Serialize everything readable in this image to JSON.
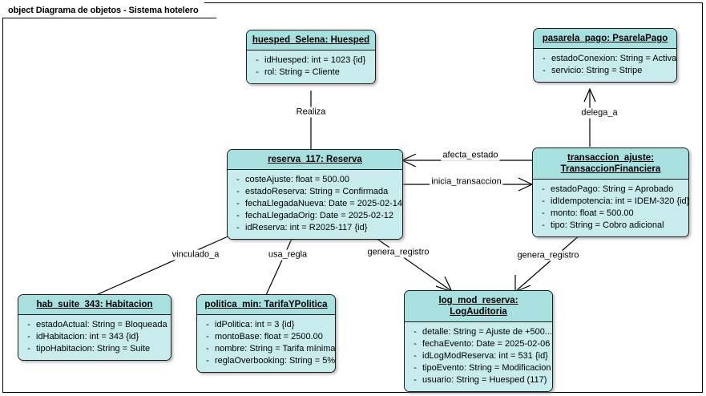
{
  "frame": {
    "label": "object Diagrama de objetos - Sistema hotelero"
  },
  "colors": {
    "object_header_fill": "#a8e0e0",
    "object_body_fill": "#c8ecec",
    "object_border": "#1b1b1b",
    "link_stroke": "#000000",
    "canvas_background": "#ffffff"
  },
  "objects": [
    {
      "id": "huesped",
      "title": "huesped_Selena: Huesped",
      "attributes": [
        "idHuesped: int = 1023 {id}",
        "rol: String = Cliente"
      ]
    },
    {
      "id": "pasarela",
      "title": "pasarela_pago: PsarelaPago",
      "attributes": [
        "estadoConexion: String = Activa",
        "servicio: String = Stripe"
      ]
    },
    {
      "id": "reserva",
      "title": "reserva_117: Reserva",
      "attributes": [
        "costeAjuste: float = 500.00",
        "estadoReserva: String = Confirmada",
        "fechaLlegadaNueva: Date = 2025-02-14",
        "fechaLlegadaOrig: Date = 2025-02-12",
        "idReserva: int = R2025-117 {id}"
      ]
    },
    {
      "id": "transaccion",
      "title_line1": "transaccion_ajuste:",
      "title_line2": "TransaccionFinanciera",
      "attributes": [
        "estadoPago: String = Aprobado",
        "idIdempotencia: int = IDEM-320 {id}",
        "monto: float = 500.00",
        "tipo: String = Cobro adicional"
      ]
    },
    {
      "id": "habitacion",
      "title": "hab_suite_343: Habitacion",
      "attributes": [
        "estadoActual: String = Bloqueada",
        "idHabitacion: int = 343 {id}",
        "tipoHabitacion: String = Suite"
      ]
    },
    {
      "id": "politica",
      "title": "politica_min: TarifaYPolitica",
      "attributes": [
        "idPolitica: int = 3 {id}",
        "montoBase: float = 2500.00",
        "nombre: String = Tarifa mínima",
        "reglaOverbooking: String = 5%"
      ]
    },
    {
      "id": "log",
      "title": "log_mod_reserva: LogAuditoria",
      "attributes": [
        "detalle: String = Ajuste de +500....",
        "fechaEvento: Date = 2025-02-06",
        "idLogModReserva: int = 531 {id}",
        "tipoEvento: String = Modificacion",
        "usuario: String = Huesped (117)"
      ]
    }
  ],
  "links": [
    {
      "id": "realiza",
      "label": "Realiza",
      "from": "huesped",
      "to": "reserva",
      "arrow": "none"
    },
    {
      "id": "delega_a",
      "label": "delega_a",
      "from": "transaccion",
      "to": "pasarela",
      "arrow": "open-up"
    },
    {
      "id": "afecta_estado",
      "label": "afecta_estado",
      "from": "transaccion",
      "to": "reserva",
      "arrow": "open-left"
    },
    {
      "id": "inicia_transaccion",
      "label": "inicia_transaccion",
      "from": "reserva",
      "to": "transaccion",
      "arrow": "open-right"
    },
    {
      "id": "vinculado_a",
      "label": "vinculado_a",
      "from": "reserva",
      "to": "habitacion",
      "arrow": "none"
    },
    {
      "id": "usa_regla",
      "label": "usa_regla",
      "from": "reserva",
      "to": "politica",
      "arrow": "none"
    },
    {
      "id": "genera_registro_reserva",
      "label": "genera_registro",
      "from": "reserva",
      "to": "log",
      "arrow": "open-down"
    },
    {
      "id": "genera_registro_transaccion",
      "label": "genera_registro",
      "from": "transaccion",
      "to": "log",
      "arrow": "open-down"
    }
  ]
}
